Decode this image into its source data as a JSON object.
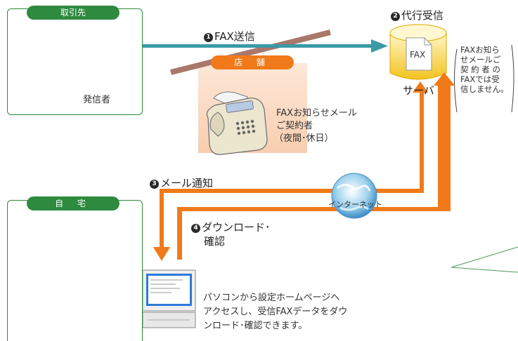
{
  "panels": {
    "sender_tag": "取引先",
    "sender_person": "発信者",
    "store_tag": "店 舗",
    "store_text": [
      "FAXお知らせメール",
      "ご契約者",
      "（夜間･休日）"
    ],
    "home_tag": "自 宅"
  },
  "steps": {
    "s1_num": "1",
    "s1_label": "FAX送信",
    "s2_num": "2",
    "s2_label": "代行受信",
    "s3_num": "3",
    "s3_label": "メール通知",
    "s4_num": "4",
    "s4_label_line1": "ダウンロード･",
    "s4_label_line2": "確認"
  },
  "server": {
    "doc_label": "FAX",
    "label": "サーバ"
  },
  "internet_label": "インターネット",
  "side_note": [
    "FAXお知ら",
    "せメールご",
    "契 約 者 の",
    "FAXでは受",
    "信しません。"
  ],
  "bottom_note": [
    "パソコンから設定ホームページへ",
    "アクセスし、受信FAXデータをダウ",
    "ンロード･確認できます。"
  ],
  "colors": {
    "green": "#2e8a3e",
    "orange": "#f07a1a",
    "teal": "#3a9aa6",
    "store_bg": "#fbe3d3"
  }
}
